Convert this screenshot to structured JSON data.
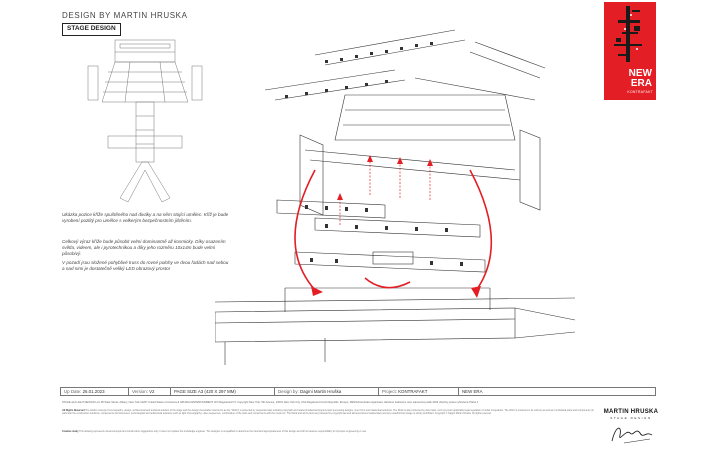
{
  "header": {
    "title": "DESIGN BY MARTIN HRUSKA",
    "badge": "STAGE DESIGN"
  },
  "logo": {
    "line1": "NEW",
    "line2": "ERA",
    "sub": "KONTRAFAKT"
  },
  "description": [
    "Ukázka pozice kříže spuštěného nad diváky a na něm stojící umělec. Kříž je bude vyrobení pozlitý pro umělce s velkerým bezpečnostním jištěním.",
    "Celkový výraz kříže bude působit velmi dominantně až kosmicky. Díky osazením světla, videem, ale i pyrotechnikou a díky jeho rozměru 10x14m bude velmi působivý.",
    "V pozadí jsou složené pohyblivé truss do rovné polohy ve dvou řadách nad sebou a nad nimi je dostatečně veliký LED obrazový prostor"
  ],
  "meta": {
    "updated_label": "Up Date:",
    "updated_value": "26.01.2023",
    "version_label": "Version:",
    "version_value": "V2",
    "page_size": "PAGE SIZE A3 (420 X 297 MM)",
    "design_label": "Design by:",
    "design_value": "Dagmi Martin Hruška",
    "project_label": "Project:",
    "project_value": "KONTRAFAKT",
    "name_value": "NEW ERA"
  },
  "footer": {
    "credits": "STAGE and LIGHT DESIGN LLC 95 State Street, Albany, New York 12207 United States of America & HRUSKA ENTERTAINMENT LTD Registered NY. Copyright New York, 5th Avenue, 10001 New York City, USA Registered Czech Republic, Europe. DESIGN kontrakt organizace založeno budoucím roce stanovená podle 2023 všechny práva vyhrazena Praha 1",
    "legal_title": "All Rights Reserved",
    "legal_text": "The artistic concept of scenography, design, architectural and technical solution of the stage and the design (hereinafter referred to as the \"Work\") is protected by respective laws including copyright and related intellectual property laws preventing designs, inner form and intellectual solutions. The Work is also protected by other laws, such as under applicable legal regulation of unfair competition. The Work is protected in its entirety as well as in individual parts and components (in particular the construction solutions, components and structures, technological and audiovisual solutions such as light choreography, video sequences, combination of the parts and components with the music etc. The Work and all its parts are protected by copyright law and aforementioned related laws and any unauthorized usage is strictly prohibited. Copyright © Dagmi Martin Hruska. All rights reserved.",
    "creative_title": "Creative study",
    "creative_text": "This drawing represents visual concepts and construction suggestions only. It does not replace the knowledge engineer. The designer is unqualified to determine the structural appropriateness of this design and will not assume responsibility for improper engineering or use."
  },
  "brand": {
    "name": "MARTIN HRUSKA",
    "sub": "STAGE DESIGN"
  },
  "colors": {
    "logo_red": "#e31e24",
    "arrow_red": "#e31e24",
    "line": "#333333"
  }
}
